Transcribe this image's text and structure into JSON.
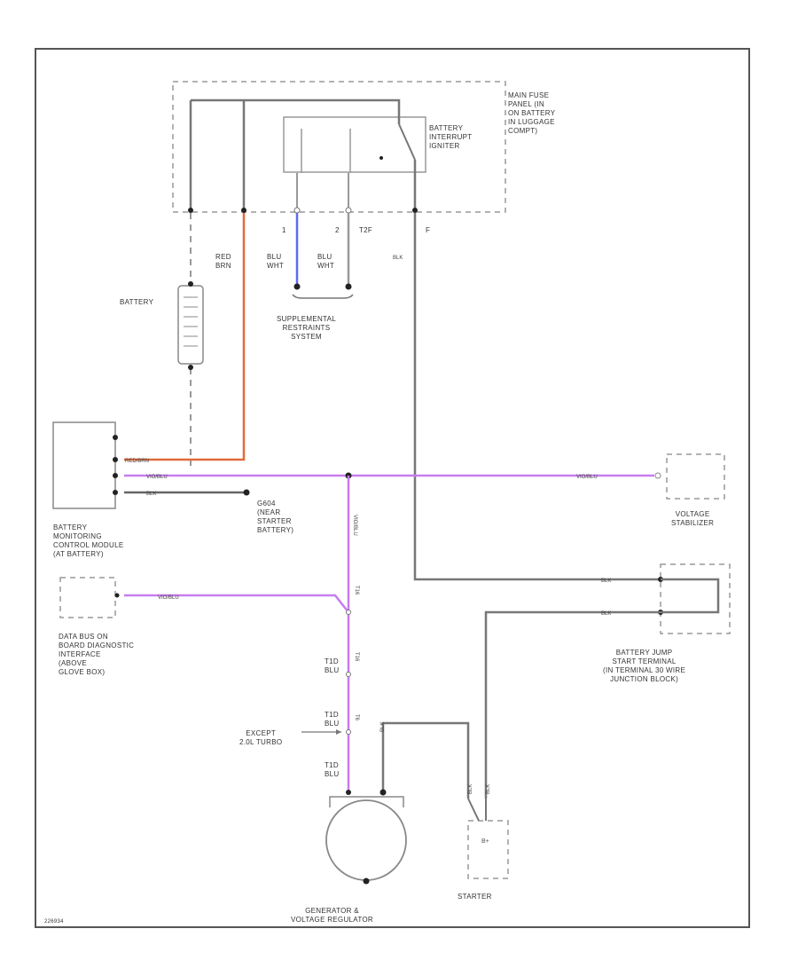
{
  "components": {
    "main_fuse_panel": "MAIN FUSE\nPANEL (IN\nON BATTERY\nIN LUGGAGE\nCOMPT)",
    "battery_interrupt_igniter": "BATTERY\nINTERRUPT\nIGNITER",
    "battery": "BATTERY",
    "supplemental_restraints": "SUPPLEMENTAL\nRESTRAINTS\nSYSTEM",
    "battery_monitoring_module": "BATTERY\nMONITORING\nCONTROL MODULE\n(AT BATTERY)",
    "ground": "G604\n(NEAR\nSTARTER\nBATTERY)",
    "voltage_stabilizer": "VOLTAGE\nSTABILIZER",
    "data_bus_obd": "DATA BUS ON\nBOARD DIAGNOSTIC\nINTERFACE\n(ABOVE\nGLOVE BOX)",
    "battery_jump_start": "BATTERY JUMP\nSTART TERMINAL\n(IN TERMINAL 30 WIRE\nJUNCTION BLOCK)",
    "except_turbo": "EXCEPT\n2.0L TURBO",
    "generator": "GENERATOR &\nVOLTAGE REGULATOR",
    "starter": "STARTER",
    "diagram_id": "226934"
  },
  "wires": {
    "red_brn": "RED\nBRN",
    "blu_wht_1": "BLU\nWHT",
    "blu_wht_2": "BLU\nWHT",
    "blk_main": "BLK",
    "red_brn_mod": "RED/BRN",
    "vio_blu_mod": "VIO/BLU",
    "blk_mod": "BLK",
    "vio_blu_stab": "VIO/BLU",
    "vio_blu_bus": "VIO/BLU",
    "vio_blu_vert": "VIO/BLU",
    "blk_jump1": "BLK",
    "blk_jump2": "BLK",
    "t16_1": "T16",
    "t16_2": "T16",
    "t6": "T6",
    "t1_a": "T1D\nBLU",
    "t1_b": "T1D\nBLU",
    "t1_c": "T1D\nBLU",
    "blk_gen": "BLK",
    "blk_st1": "BLK",
    "blk_st2": "BLK"
  },
  "pins": {
    "p1": "1",
    "p2": "2",
    "p_t2f": "T2F",
    "p_f": "F"
  },
  "wire_colors": {
    "red": "#e06a3c",
    "violet": "#c77cf0",
    "blue": "#5a6cf0",
    "black": "#666666"
  }
}
